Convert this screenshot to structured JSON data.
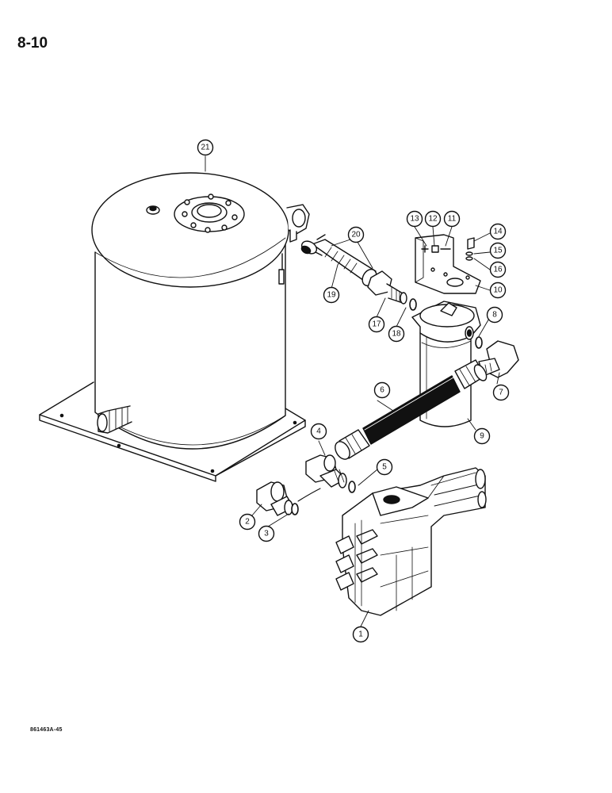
{
  "page": {
    "number": "8-10",
    "figure_code": "861463A-45"
  },
  "callouts": [
    {
      "id": "1",
      "label": "1"
    },
    {
      "id": "2",
      "label": "2"
    },
    {
      "id": "3",
      "label": "3"
    },
    {
      "id": "4",
      "label": "4"
    },
    {
      "id": "5",
      "label": "5"
    },
    {
      "id": "6",
      "label": "6"
    },
    {
      "id": "7",
      "label": "7"
    },
    {
      "id": "8",
      "label": "8"
    },
    {
      "id": "9",
      "label": "9"
    },
    {
      "id": "10",
      "label": "10"
    },
    {
      "id": "11",
      "label": "11"
    },
    {
      "id": "12",
      "label": "12"
    },
    {
      "id": "13",
      "label": "13"
    },
    {
      "id": "14",
      "label": "14"
    },
    {
      "id": "15",
      "label": "15"
    },
    {
      "id": "16",
      "label": "16"
    },
    {
      "id": "17",
      "label": "17"
    },
    {
      "id": "18",
      "label": "18"
    },
    {
      "id": "19",
      "label": "19"
    },
    {
      "id": "20",
      "label": "20"
    },
    {
      "id": "21",
      "label": "21"
    }
  ]
}
